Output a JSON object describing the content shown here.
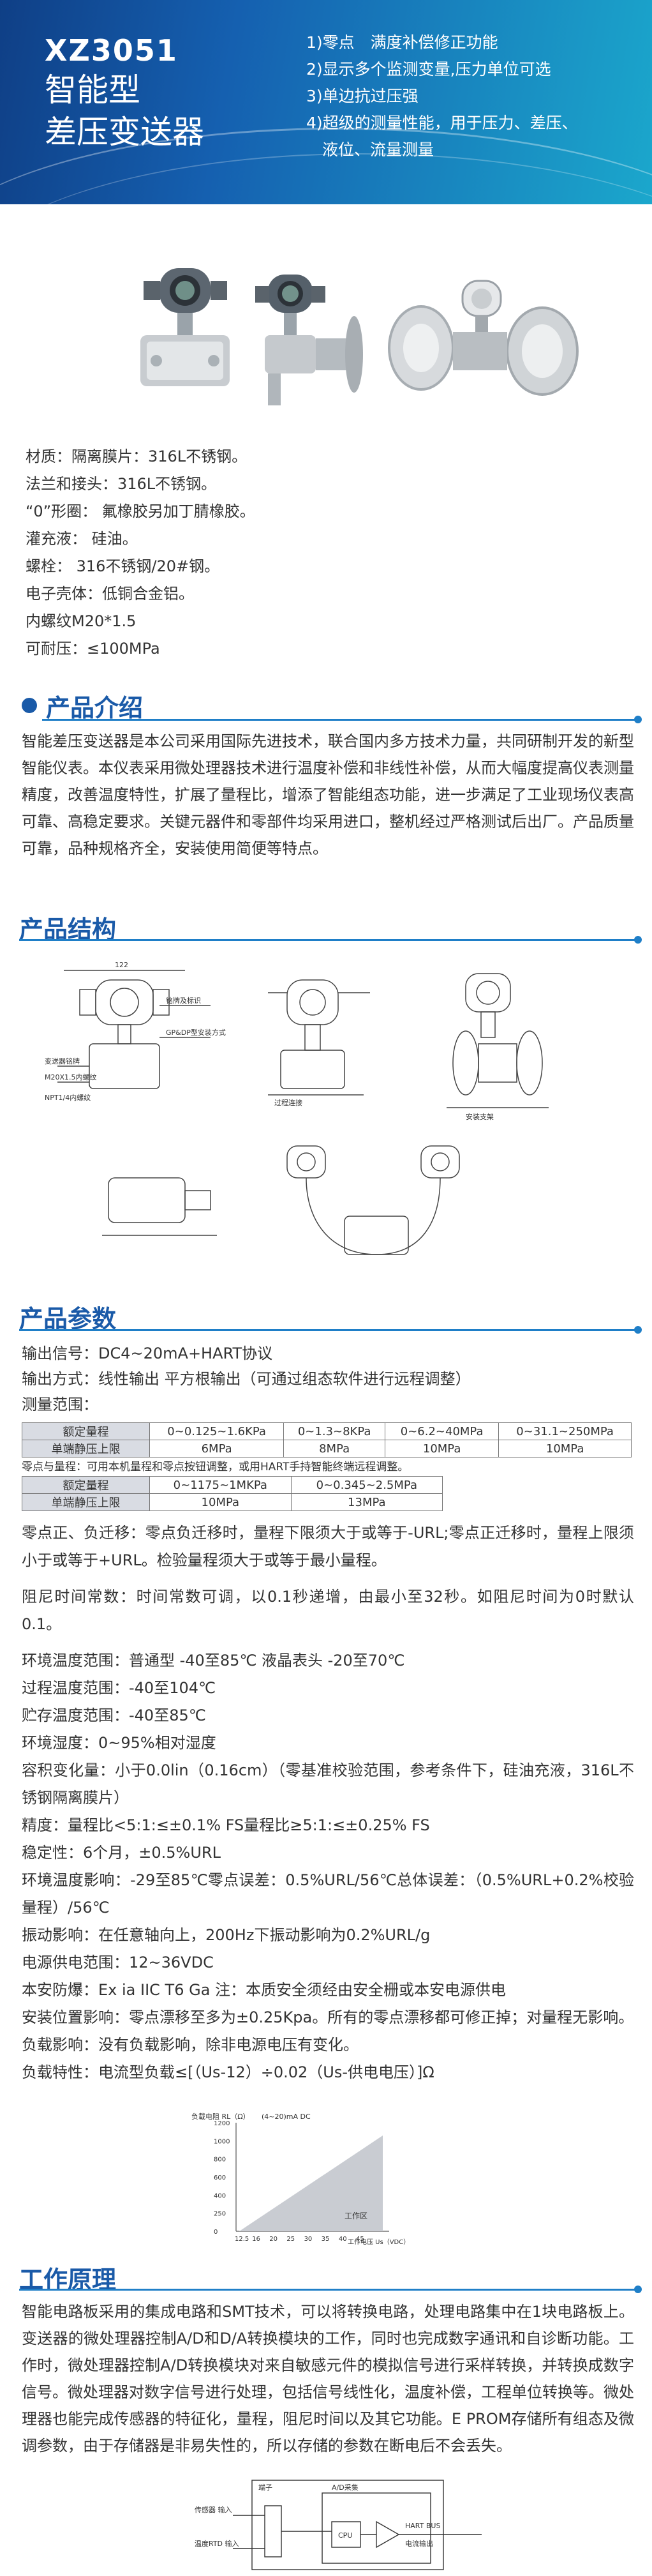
{
  "banner": {
    "model": "XZ3051",
    "title_line1": "智能型",
    "title_line2": "差压变送器",
    "features": [
      "1)零点　满度补偿修正功能",
      "2)显示多个监测变量,压力单位可选",
      "3)单边抗过压强",
      "4)超级的测量性能，用于压力、差压、",
      "　液位、流量测量"
    ]
  },
  "materials": [
    "材质：隔离膜片：316L不锈钢。",
    "法兰和接头：316L不锈钢。",
    "“0”形圈：  氟橡胶另加丁腈橡胶。",
    "灌充液：  硅油。",
    "螺栓：  316不锈钢/20#钢。",
    "电子壳体：低铜合金铝。",
    "内螺纹M20*1.5",
    "可耐压：≤100MPa"
  ],
  "intro": {
    "heading": "产品介绍",
    "text": "智能差压变送器是本公司采用国际先进技术，联合国内多方技术力量，共同研制开发的新型智能仪表。本仪表采用微处理器技术进行温度补偿和非线性补偿，从而大幅度提高仪表测量精度，改善温度特性，扩展了量程比，增添了智能组态功能，进一步满足了工业现场仪表高可靠、高稳定要求。关键元器件和零部件均采用进口，整机经过严格测试后出厂。产品质量可靠，品种规格齐全，安装使用简便等特点。"
  },
  "structure": {
    "heading": "产品结构",
    "labels": {
      "d1_top": "122",
      "d1_tag": "铭牌及标识",
      "d1_bracket": "变送器铭牌",
      "d1_m20": "M20X1.5内螺纹",
      "d1_npt": "NPT1/4内螺纹",
      "d1_side": "GP&DP型安装方式",
      "d2_note": "过程连接",
      "d3_note": "安装支架"
    }
  },
  "params": {
    "heading": "产品参数",
    "signal": "输出信号：DC4~20mA+HART协议",
    "mode": "输出方式：线性输出  平方根输出（可通过组态软件进行远程调整）",
    "range_title": "测量范围：",
    "table1": {
      "rows": [
        {
          "head": "额定量程",
          "cells": [
            "0~0.125~1.6KPa",
            "0~1.3~8KPa",
            "0~6.2~40MPa",
            "0~31.1~250MPa"
          ]
        },
        {
          "head": "单端静压上限",
          "cells": [
            "6MPa",
            "8MPa",
            "10MPa",
            "10MPa"
          ]
        }
      ]
    },
    "table_note": "零点与量程：可用本机量程和零点按钮调整，或用HART手持智能终端远程调整。",
    "table2": {
      "rows": [
        {
          "head": "额定量程",
          "cells": [
            "0~1175~1MKPa",
            "0~0.345~2.5MPa"
          ]
        },
        {
          "head": "单端静压上限",
          "cells": [
            "10MPa",
            "13MPa"
          ]
        }
      ]
    },
    "p_zero": "零点正、负迁移：零点负迁移时，量程下限须大于或等于-URL;零点正迁移时，量程上限须小于或等于+URL。检验量程须大于或等于最小量程。",
    "p_damp": "阻尼时间常数：时间常数可调，以0.1秒递增，由最小至32秒。如阻尼时间为0时默认0.1。",
    "lines": [
      "环境温度范围：普通型 -40至85℃ 液晶表头 -20至70℃",
      "过程温度范围：-40至104℃",
      "贮存温度范围：-40至85℃",
      "环境湿度：0~95%相对湿度",
      "容积变化量：小于0.0lin（0.16cm）（零基准校验范围，参考条件下，硅油充液，316L不锈钢隔离膜片）",
      "精度：量程比<5:1:≤±0.1% FS量程比≥5:1:≤±0.25% FS",
      "稳定性：6个月，±0.5%URL",
      "环境温度影响：-29至85℃零点误差：0.5%URL/56℃总体误差：（0.5%URL+0.2%校验量程）/56℃",
      "振动影响：在任意轴向上，200Hz下振动影响为0.2%URL/g",
      "电源供电范围：12~36VDC",
      "本安防爆：Ex ia IIC T6 Ga 注：本质安全须经由安全栅或本安电源供电",
      "安装位置影响：零点漂移至多为±0.25Kpa。所有的零点漂移都可修正掉；对量程无影响。",
      "负载影响：没有负载影响，除非电源电压有变化。",
      "负载特性：电流型负载≤[（Us-12）÷0.02（Us-供电电压）]Ω"
    ],
    "load_chart": {
      "title": "负载电阻\nRL（Ω）",
      "series_label": "(4~20)mA DC",
      "region_label": "工作区",
      "xlabel": "工作电压 Us（VDC）",
      "yticks": [
        "1200",
        "1000",
        "800",
        "600",
        "400",
        "250",
        "0"
      ],
      "xticks": [
        "12.5",
        "16",
        "20",
        "25",
        "30",
        "35",
        "40",
        "45"
      ]
    }
  },
  "principle": {
    "heading": "工作原理",
    "text": "智能电路板采用的集成电路和SMT技术，可以将转换电路，处理电路集中在1块电路板上。变送器的微处理器控制A/D和D/A转换模块的工作，同时也完成数字通讯和自诊断功能。工作时，微处理器控制A/D转换模块对来自敏感元件的模拟信号进行采样转换，并转换成数字信号。微处理器对数字信号进行处理，包括信号线性化，温度补偿，工程单位转换等。微处理器也能完成传感器的特征化，量程，阻尼时间以及其它功能。E PROM存储所有组态及微调参数，由于存储器是非易失性的，所以存储的参数在断电后不会丢失。",
    "block": {
      "terminal": "端子",
      "ad": "A/D采集",
      "sensor_in": "传感器\n输入",
      "temp_in": "温度RTD\n输入",
      "cpu": "CPU",
      "hart": "HART BUS",
      "current": "电流输出"
    }
  }
}
